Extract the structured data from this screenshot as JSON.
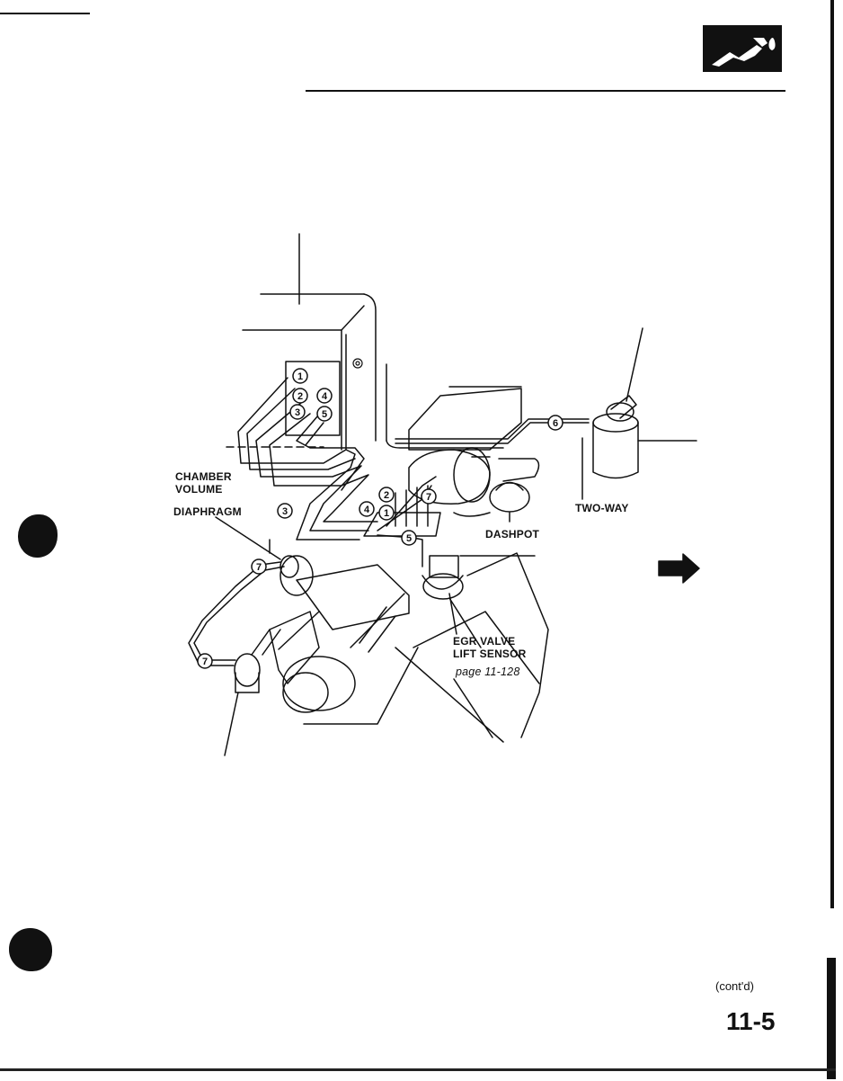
{
  "header": {
    "section_icon": "fuel-pump-nozzle-icon"
  },
  "diagram": {
    "labels": {
      "chamber": "CHAMBER",
      "volume": "VOLUME",
      "diaphragm": "DIAPHRAGM",
      "dashpot": "DASHPOT",
      "two_way": "TWO-WAY",
      "egr_line1": "EGR VALVE",
      "egr_line2": "LIFT SENSOR",
      "page_ref": "page 11-128"
    },
    "hose_numbers": [
      "1",
      "2",
      "3",
      "4",
      "5",
      "6",
      "7"
    ],
    "next_arrow_icon": "right-arrow-icon"
  },
  "footer": {
    "contd": "(cont'd)",
    "page_number": "11-5"
  },
  "colors": {
    "ink": "#111111",
    "paper": "#ffffff"
  }
}
